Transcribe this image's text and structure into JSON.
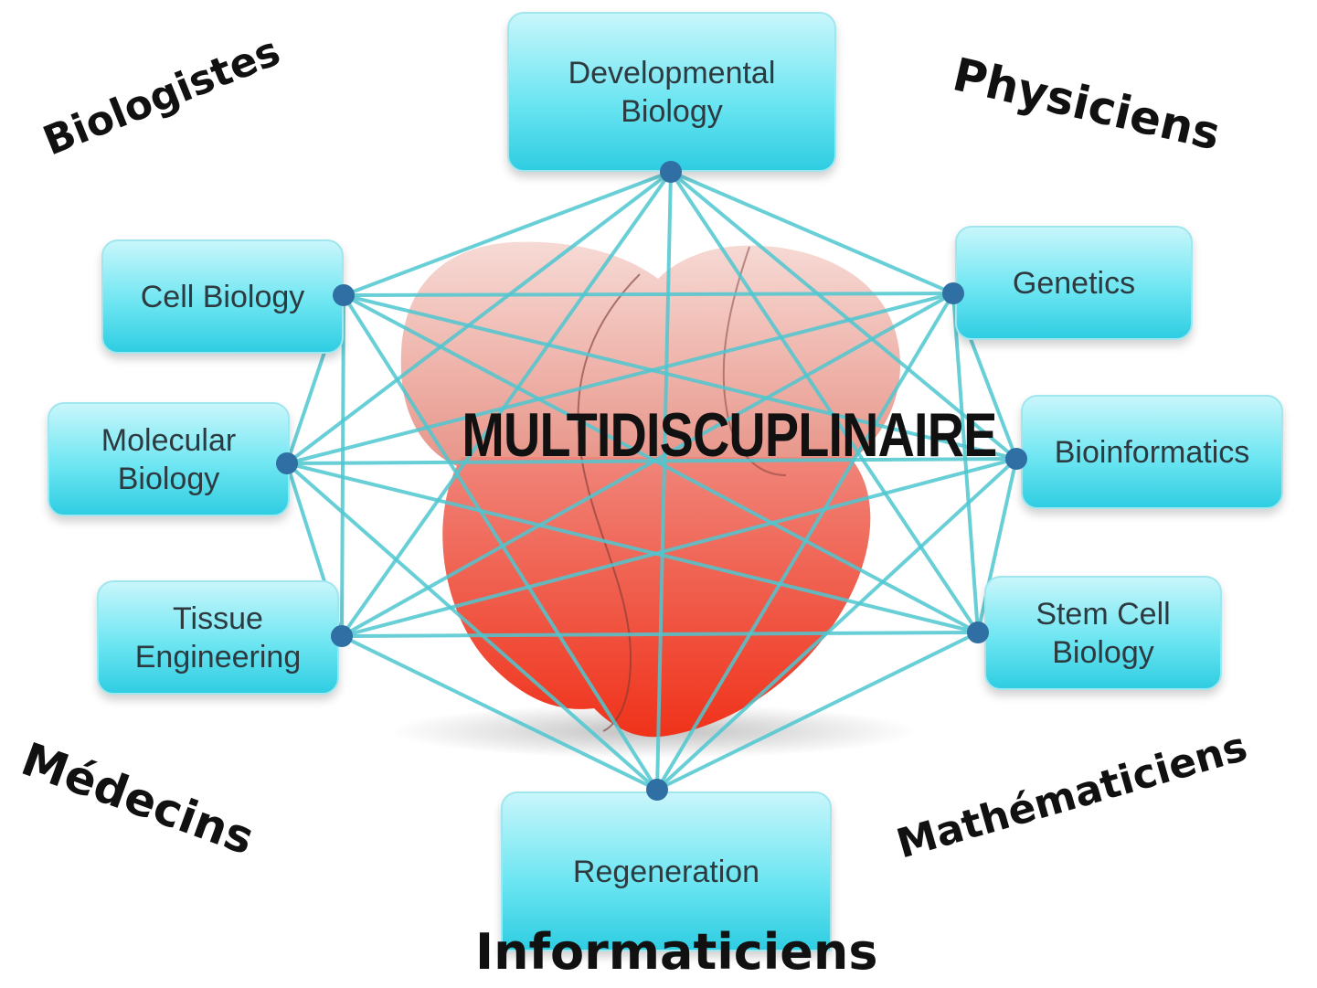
{
  "center": {
    "title": "MULTIDISCUPLINAIRE"
  },
  "nodes": [
    {
      "id": "developmental-biology",
      "label": "Developmental\nBiology"
    },
    {
      "id": "cell-biology",
      "label": "Cell Biology"
    },
    {
      "id": "molecular-biology",
      "label": "Molecular\nBiology"
    },
    {
      "id": "tissue-engineering",
      "label": "Tissue\nEngineering"
    },
    {
      "id": "genetics",
      "label": "Genetics"
    },
    {
      "id": "bioinformatics",
      "label": "Bioinformatics"
    },
    {
      "id": "stem-cell-biology",
      "label": "Stem Cell\nBiology"
    },
    {
      "id": "regeneration",
      "label": "Regeneration"
    }
  ],
  "groups": {
    "biologistes": "Biologistes",
    "physiciens": "Physiciens",
    "medecins": "Médecins",
    "mathematiciens": "Mathématiciens",
    "informaticiens": "Informaticiens"
  },
  "colors": {
    "node_fill": "#6ee6f2",
    "edge": "#4fc7d1",
    "dot": "#2f6fa3",
    "heart_top": "#f2b7b0",
    "heart_bottom": "#f0321a"
  },
  "illustration": "red heart-shaped organ behind network"
}
